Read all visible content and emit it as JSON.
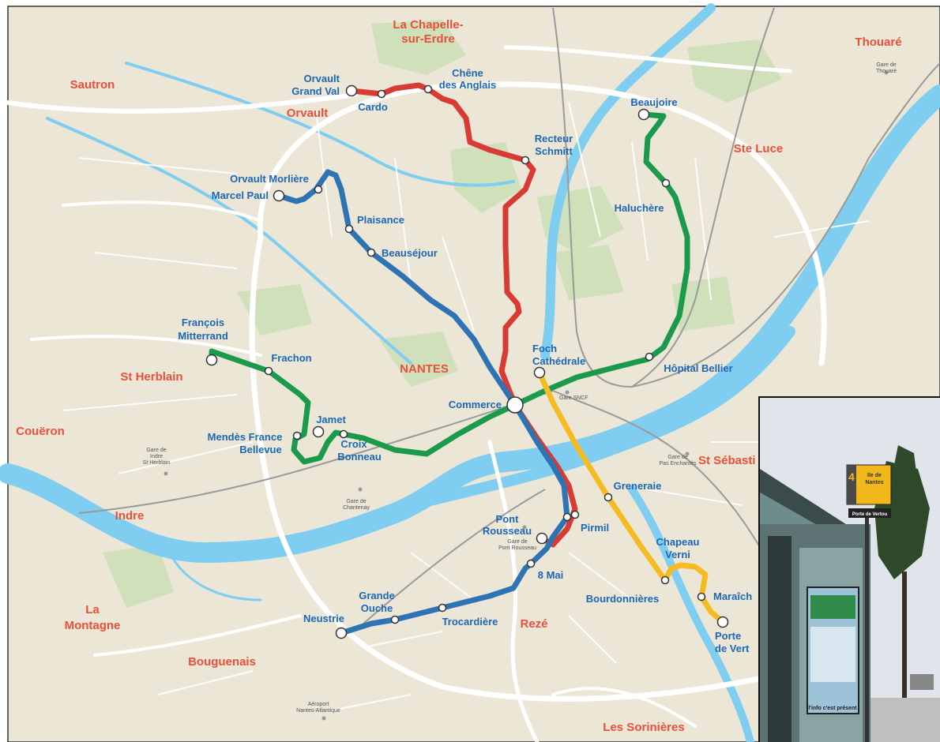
{
  "colors": {
    "land": "#ebe6d6",
    "water": "#7fcdf0",
    "park": "#cfe0bb",
    "road_major": "#ffffff",
    "road_minor": "#ffffff",
    "rail": "#9a9a9a",
    "line1": "#1a9a4a",
    "line2": "#d83b34",
    "line3": "#2e74b5",
    "line4": "#f4bc22",
    "town_label": "#e8503a",
    "station_label": "#1d67b5"
  },
  "towns": {
    "la_chapelle_1": "La Chapelle-",
    "la_chapelle_2": "sur-Erdre",
    "thouare": "Thouaré",
    "sautron": "Sautron",
    "orvault": "Orvault",
    "ste_luce": "Ste Luce",
    "st_herblain": "St Herblain",
    "nantes": "NANTES",
    "coueron": "Couëron",
    "st_sebastien": "St Sébasti",
    "indre": "Indre",
    "la_montagne_1": "La",
    "la_montagne_2": "Montagne",
    "reze": "Rezé",
    "bouguenais": "Bouguenais",
    "les_sorinieres": "Les Sorinières"
  },
  "stations": {
    "orvault_grand_val_1": "Orvault",
    "orvault_grand_val_2": "Grand Val",
    "cardo": "Cardo",
    "chene_1": "Chêne",
    "chene_2": "des Anglais",
    "recteur_1": "Recteur",
    "recteur_2": "Schmitt",
    "beaujoire": "Beaujoire",
    "haluchere": "Haluchère",
    "orvault_morliere": "Orvault Morlière",
    "marcel_paul": "Marcel Paul",
    "plaisance": "Plaisance",
    "beausejour": "Beauséjour",
    "francois_1": "François",
    "francois_2": "Mitterrand",
    "frachon": "Frachon",
    "foch_1": "Foch",
    "foch_2": "Cathédrale",
    "hopital_bellier": "Hôpital Bellier",
    "commerce": "Commerce",
    "jamet": "Jamet",
    "mendes_1": "Mendès France",
    "mendes_2": "Bellevue",
    "croix_1": "Croix",
    "croix_2": "Bonneau",
    "greneraie": "Greneraie",
    "pont_rousseau_1": "Pont",
    "pont_rousseau_2": "Rousseau",
    "pirmil": "Pirmil",
    "chapeau_1": "Chapeau",
    "chapeau_2": "Verni",
    "huit_mai": "8 Mai",
    "grande_ouche_1": "Grande",
    "grande_ouche_2": "Ouche",
    "neustrie": "Neustrie",
    "trocardiere": "Trocardière",
    "bourdonnieres": "Bourdonnières",
    "maraichers": "Maraîch",
    "porte_1": "Porte",
    "porte_2": "de Vert"
  },
  "rail_labels": {
    "gare_thouare_1": "Gare de",
    "gare_thouare_2": "Thouaré",
    "gare_sncf": "Gare SNCF",
    "gare_indre_1": "Gare de",
    "gare_indre_2": "Indre",
    "gare_indre_3": "St Herblain",
    "gare_pas_1": "Gare de",
    "gare_pas_2": "Pas Enchantés",
    "gare_chantenay_1": "Gare de",
    "gare_chantenay_2": "Chantenay",
    "gare_pr_1": "Gare de",
    "gare_pr_2": "Pont Rousseau",
    "aeroport_1": "Aéroport",
    "aeroport_2": "Nantes-Atlantique"
  },
  "photo": {
    "sign_number": "4",
    "sign_text_1": "Ile de",
    "sign_text_2": "Nantes",
    "sign_stop": "Porte de Vertou",
    "poster_text": "l'info c'est présent"
  }
}
